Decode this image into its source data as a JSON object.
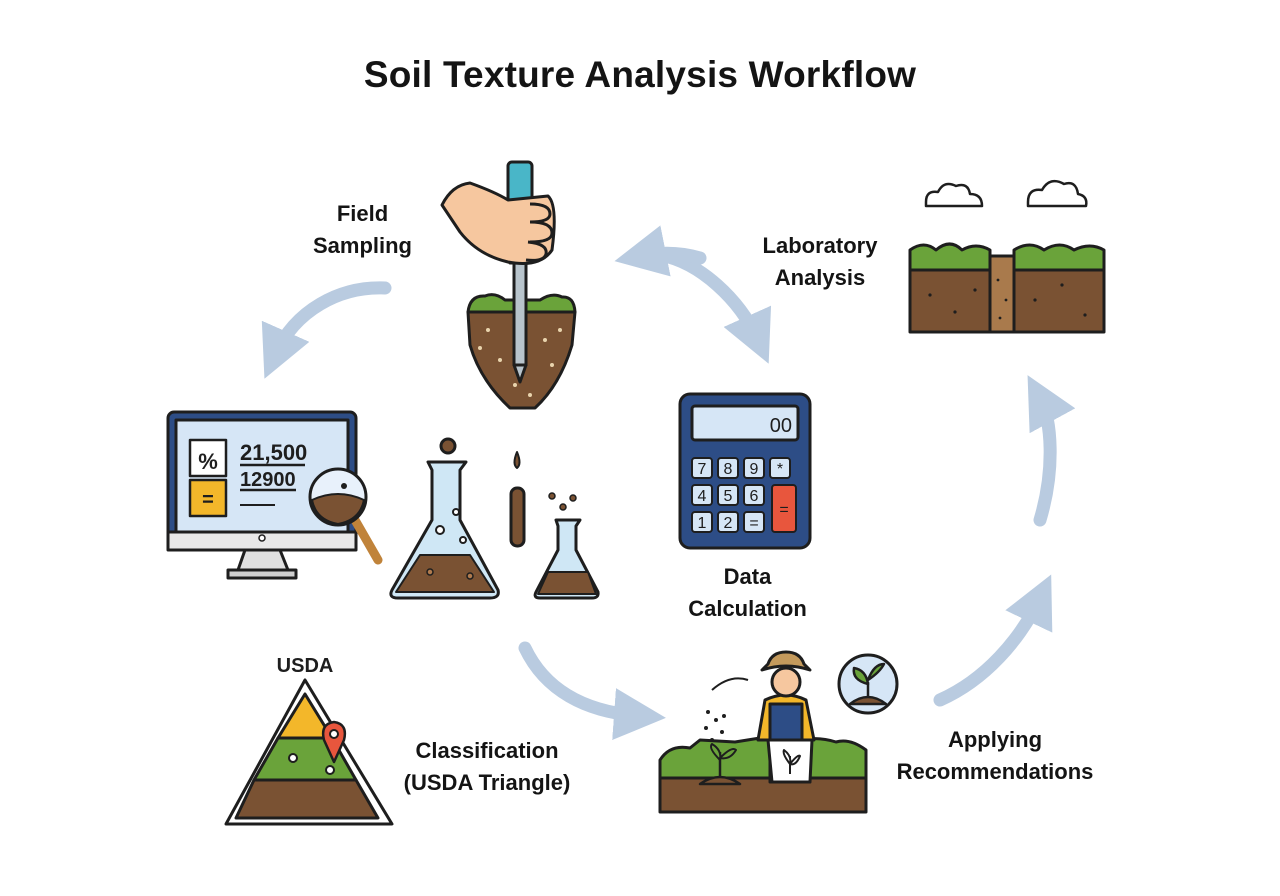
{
  "title": "Soil Texture Analysis Workflow",
  "steps": [
    {
      "id": "field-sampling",
      "line1": "Field",
      "line2": "Sampling"
    },
    {
      "id": "laboratory-analysis",
      "line1": "Laboratory",
      "line2": "Analysis"
    },
    {
      "id": "data-calculation",
      "line1": "Data",
      "line2": "Calculation"
    },
    {
      "id": "classification",
      "line1": "Classification",
      "line2": "(USDA Triangle)"
    },
    {
      "id": "applying-recommendations",
      "line1": "Applying",
      "line2": "Recommendations"
    }
  ],
  "monitor": {
    "symbol_top": "%",
    "symbol_bottom": "=",
    "value_top": "21,500",
    "value_bottom": "12900"
  },
  "calculator": {
    "display": "00",
    "keys": [
      "7",
      "8",
      "9",
      "*",
      "4",
      "5",
      "6",
      "1",
      "2",
      "=",
      "="
    ]
  },
  "triangle_label": "USDA",
  "colors": {
    "arrow": "#b9cbe0",
    "soil": "#7a5233",
    "grass": "#6aa33a",
    "outline": "#1e1e1e",
    "screen": "#d6e6f6",
    "calc_body": "#2d4d86",
    "equals_key": "#e8563d",
    "percent_box": "#f3b72a"
  }
}
